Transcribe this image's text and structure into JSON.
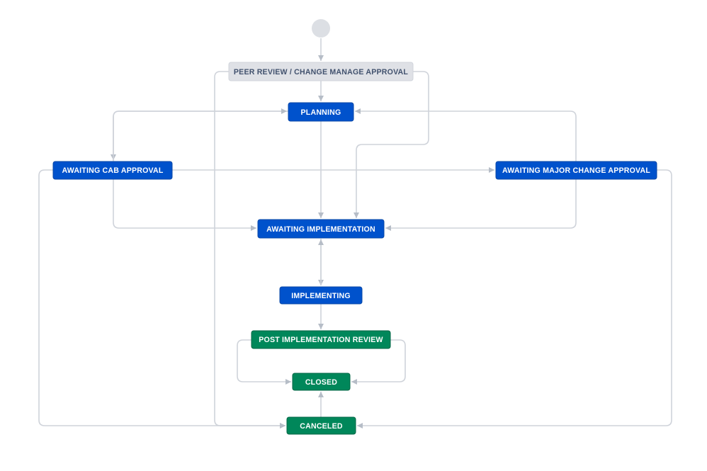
{
  "colors": {
    "node_blue": "#0052CC",
    "node_blue_border": "#0747A6",
    "node_green": "#00875A",
    "node_green_border": "#006644",
    "node_gray_bg": "#DFE1E6",
    "node_gray_border": "#D0D4DB",
    "node_gray_text": "#42526E",
    "node_text_light": "#FFFFFF",
    "connector": "#CFD3DA",
    "arrowhead": "#B6BDC7",
    "start_node": "#DCDFE4",
    "canvas_bg": "#FFFFFF"
  },
  "diagram": {
    "type": "workflow-status-diagram",
    "start_node": {
      "shape": "circle",
      "color": "#DCDFE4"
    },
    "nodes": {
      "peer_review": {
        "label": "PEER REVIEW / CHANGE MANAGE APPROVAL",
        "status_category": "todo",
        "color": "#DFE1E6"
      },
      "planning": {
        "label": "PLANNING",
        "status_category": "in-progress",
        "color": "#0052CC"
      },
      "awaiting_cab_approval": {
        "label": "AWAITING CAB APPROVAL",
        "status_category": "in-progress",
        "color": "#0052CC"
      },
      "awaiting_major_change_approval": {
        "label": "AWAITING MAJOR CHANGE APPROVAL",
        "status_category": "in-progress",
        "color": "#0052CC"
      },
      "awaiting_implementation": {
        "label": "AWAITING IMPLEMENTATION",
        "status_category": "in-progress",
        "color": "#0052CC"
      },
      "implementing": {
        "label": "IMPLEMENTING",
        "status_category": "in-progress",
        "color": "#0052CC"
      },
      "post_implementation_review": {
        "label": "POST IMPLEMENTATION REVIEW",
        "status_category": "done",
        "color": "#00875A"
      },
      "closed": {
        "label": "CLOSED",
        "status_category": "done",
        "color": "#00875A"
      },
      "canceled": {
        "label": "CANCELED",
        "status_category": "done",
        "color": "#00875A"
      }
    },
    "edges": [
      {
        "from": "start",
        "to": "peer_review"
      },
      {
        "from": "peer_review",
        "to": "planning"
      },
      {
        "from": "planning",
        "to": "awaiting_cab_approval"
      },
      {
        "from": "awaiting_cab_approval",
        "to": "planning"
      },
      {
        "from": "awaiting_major_change_approval",
        "to": "planning"
      },
      {
        "from": "awaiting_cab_approval",
        "to": "awaiting_major_change_approval"
      },
      {
        "from": "planning",
        "to": "awaiting_implementation"
      },
      {
        "from": "peer_review",
        "to": "awaiting_implementation"
      },
      {
        "from": "awaiting_cab_approval",
        "to": "awaiting_implementation"
      },
      {
        "from": "awaiting_major_change_approval",
        "to": "awaiting_implementation"
      },
      {
        "from": "awaiting_implementation",
        "to": "implementing"
      },
      {
        "from": "implementing",
        "to": "awaiting_implementation"
      },
      {
        "from": "implementing",
        "to": "post_implementation_review"
      },
      {
        "from": "post_implementation_review",
        "to": "closed",
        "route": "left"
      },
      {
        "from": "post_implementation_review",
        "to": "closed",
        "route": "right"
      },
      {
        "from": "canceled",
        "to": "closed"
      },
      {
        "from": "awaiting_cab_approval",
        "to": "canceled"
      },
      {
        "from": "peer_review",
        "to": "canceled"
      },
      {
        "from": "awaiting_major_change_approval",
        "to": "canceled"
      }
    ]
  }
}
